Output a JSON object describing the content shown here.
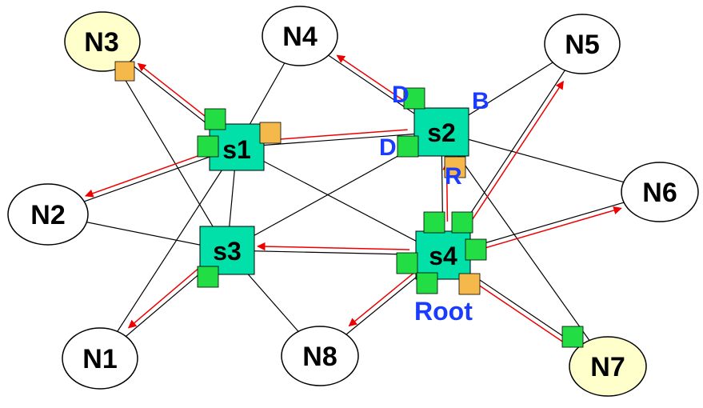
{
  "colors": {
    "background": "#ffffff",
    "host_fill": "#ffffff",
    "host_highlight_fill": "#ffffcc",
    "switch_fill": "#00e0a8",
    "port_green": "#22dd44",
    "port_orange": "#f5b84a",
    "link": "#000000",
    "arrow": "#ee0000",
    "port_label": "#1a3cff"
  },
  "hosts": [
    {
      "id": "N1",
      "label": "N1",
      "highlight": false
    },
    {
      "id": "N2",
      "label": "N2",
      "highlight": false
    },
    {
      "id": "N3",
      "label": "N3",
      "highlight": true
    },
    {
      "id": "N4",
      "label": "N4",
      "highlight": false
    },
    {
      "id": "N5",
      "label": "N5",
      "highlight": false
    },
    {
      "id": "N6",
      "label": "N6",
      "highlight": false
    },
    {
      "id": "N7",
      "label": "N7",
      "highlight": true
    },
    {
      "id": "N8",
      "label": "N8",
      "highlight": false
    }
  ],
  "switches": [
    {
      "id": "s1",
      "label": "s1"
    },
    {
      "id": "s2",
      "label": "s2"
    },
    {
      "id": "s3",
      "label": "s3"
    },
    {
      "id": "s4",
      "label": "s4"
    }
  ],
  "links": [
    [
      "s1",
      "N3"
    ],
    [
      "s1",
      "N4"
    ],
    [
      "s1",
      "N2"
    ],
    [
      "s1",
      "N1"
    ],
    [
      "s1",
      "s2"
    ],
    [
      "s1",
      "s3"
    ],
    [
      "s1",
      "s4"
    ],
    [
      "s2",
      "N4"
    ],
    [
      "s2",
      "N5"
    ],
    [
      "s2",
      "N6"
    ],
    [
      "s2",
      "N7"
    ],
    [
      "s2",
      "s3"
    ],
    [
      "s2",
      "s4"
    ],
    [
      "s3",
      "N3"
    ],
    [
      "s3",
      "N2"
    ],
    [
      "s3",
      "N1"
    ],
    [
      "s3",
      "N8"
    ],
    [
      "s3",
      "s4"
    ],
    [
      "s4",
      "N5"
    ],
    [
      "s4",
      "N6"
    ],
    [
      "s4",
      "N7"
    ],
    [
      "s4",
      "N8"
    ]
  ],
  "arrows": [
    [
      "s4",
      "s3"
    ],
    [
      "s4",
      "s2"
    ],
    [
      "s4",
      "N5"
    ],
    [
      "s4",
      "N6"
    ],
    [
      "s4",
      "N7"
    ],
    [
      "s4",
      "N8"
    ],
    [
      "s3",
      "N1"
    ],
    [
      "s2",
      "s1"
    ],
    [
      "s2",
      "N4"
    ],
    [
      "s1",
      "N3"
    ],
    [
      "s1",
      "N2"
    ]
  ],
  "port_labels": {
    "s2_d_top": "D",
    "s2_d_left": "D",
    "s2_b": "B",
    "s2_r": "R",
    "root": "Root"
  }
}
